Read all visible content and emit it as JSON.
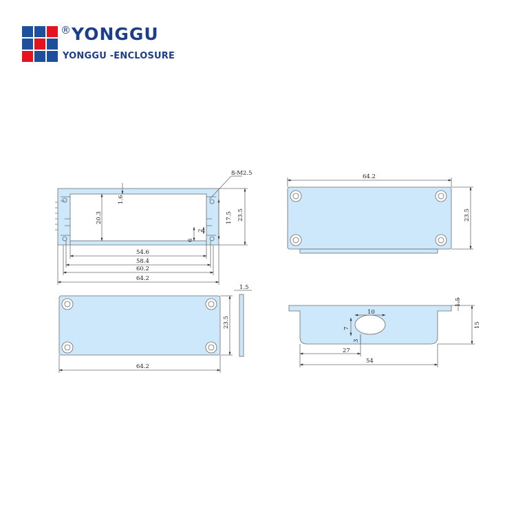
{
  "brand": {
    "registered_mark": "®",
    "name": "YONGGU",
    "subtitle": "YONGGU -ENCLOSURE",
    "colors": {
      "blue": "#1d4f9c",
      "red": "#e3141e",
      "text": "#1d3f8a"
    }
  },
  "drawing": {
    "fill_color": "#cde7fb",
    "line_color": "#6b6b6b",
    "cross_section": {
      "screw_callout": "8-M2.5",
      "wall": "1.6",
      "inner_height": "20.3",
      "slot_height": "17.5",
      "total_height": "23.5",
      "rib_gap": "2",
      "rib_height": "6",
      "widths": [
        "54.6",
        "58.4",
        "60.2",
        "64.2"
      ]
    },
    "top_view": {
      "width": "64.2",
      "height": "23.5"
    },
    "end_plate": {
      "width": "64.2",
      "height": "23.5",
      "thickness": "1.5"
    },
    "side_view": {
      "hole_width": "10",
      "hole_height": "7",
      "hole_offset": "3",
      "hole_position": "27",
      "length": "54",
      "flange": "1.5",
      "depth": "15"
    }
  }
}
